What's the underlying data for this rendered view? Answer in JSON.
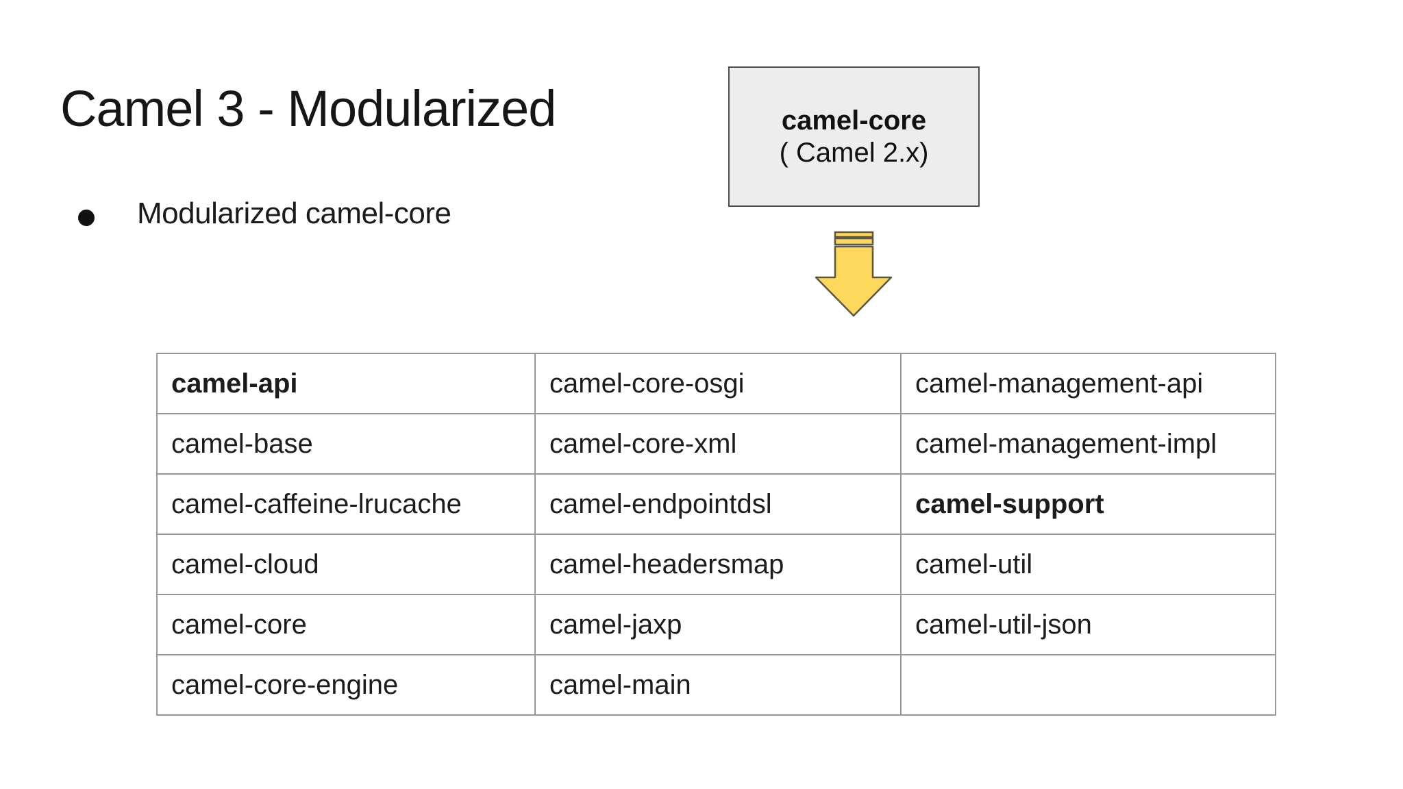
{
  "slide": {
    "title": "Camel 3 - Modularized",
    "bullets": [
      {
        "label": "Modularized camel-core"
      }
    ]
  },
  "diagram": {
    "box": {
      "title": "camel-core",
      "subtitle": "( Camel 2.x)"
    },
    "arrow_icon": "striped-down-arrow",
    "colors": {
      "box_bg": "#ededed",
      "box_border": "#4d4d4d",
      "arrow_fill": "#fdd85d",
      "arrow_stroke": "#5a5648",
      "table_border": "#999999"
    }
  },
  "modules_table": {
    "columns": 3,
    "rows": [
      [
        "camel-api",
        "camel-core-osgi",
        "camel-management-api"
      ],
      [
        "camel-base",
        "camel-core-xml",
        "camel-management-impl"
      ],
      [
        "camel-caffeine-lrucache",
        "camel-endpointdsl",
        "camel-support"
      ],
      [
        "camel-cloud",
        "camel-headersmap",
        "camel-util"
      ],
      [
        "camel-core",
        "camel-jaxp",
        "camel-util-json"
      ],
      [
        "camel-core-engine",
        "camel-main",
        ""
      ]
    ],
    "bold_cells": [
      "camel-api",
      "camel-support"
    ]
  }
}
